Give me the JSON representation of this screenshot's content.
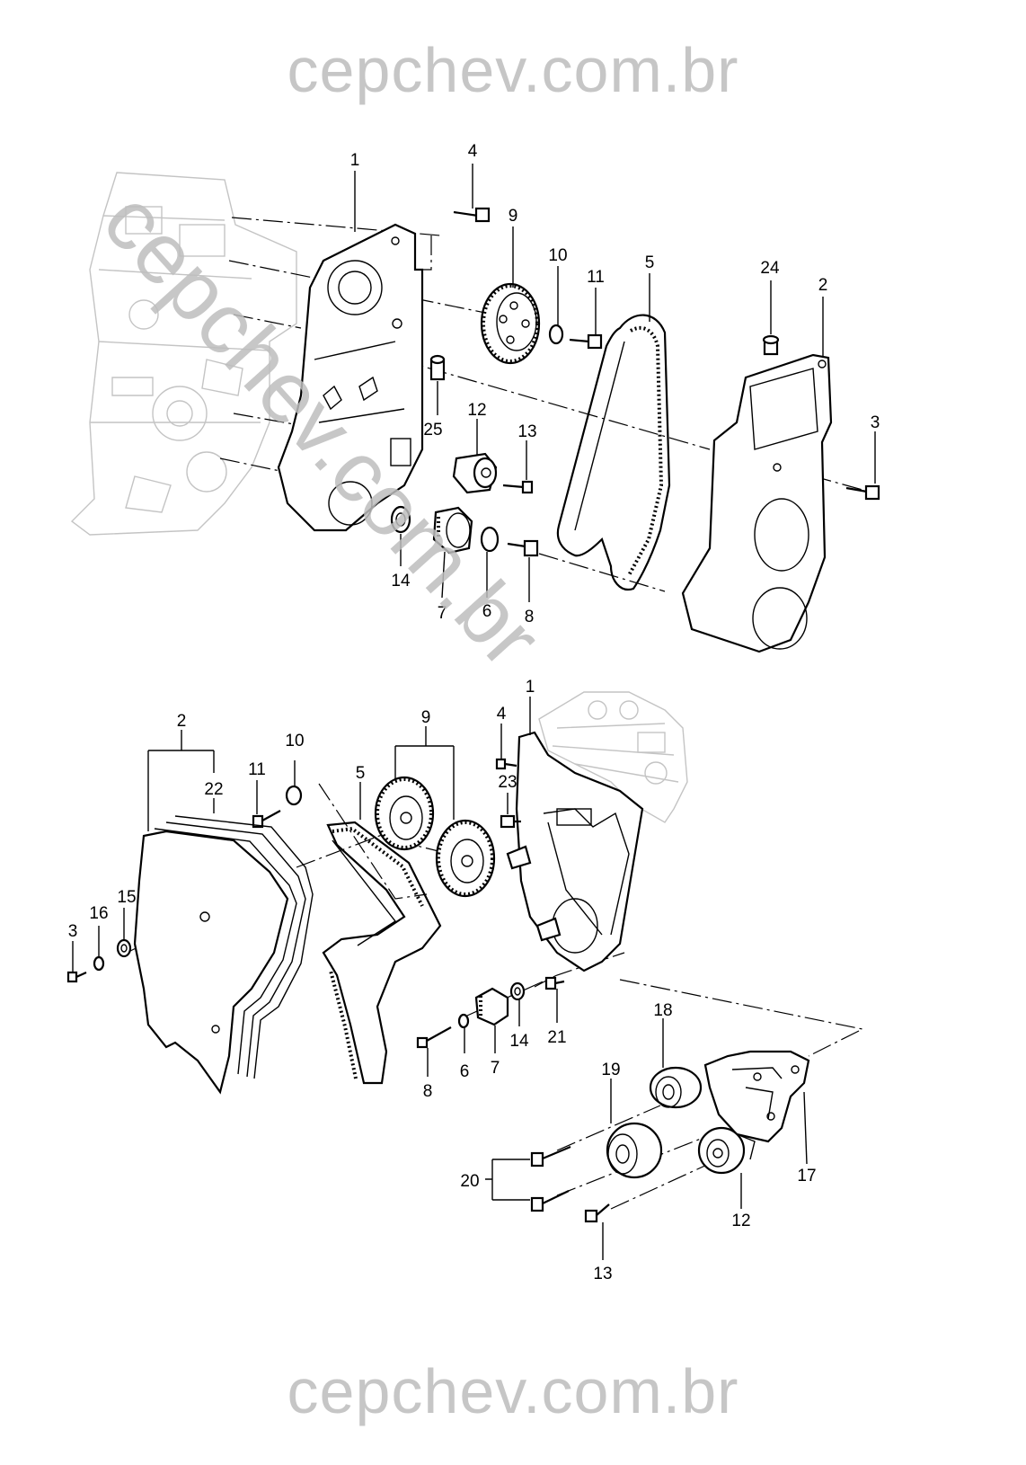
{
  "watermark": {
    "top_text": "cepchev.com.br",
    "bottom_text": "cepchev.com.br",
    "diagonal_text": "cepchev.com.br",
    "color": "#c6c6c6"
  },
  "top_diagram": {
    "callouts": {
      "c1": "1",
      "c2": "2",
      "c3": "3",
      "c4": "4",
      "c5": "5",
      "c6": "6",
      "c7": "7",
      "c8": "8",
      "c9": "9",
      "c10": "10",
      "c11": "11",
      "c12": "12",
      "c13": "13",
      "c14": "14",
      "c24": "24",
      "c25": "25"
    }
  },
  "bottom_diagram": {
    "callouts": {
      "c1": "1",
      "c2": "2",
      "c3": "3",
      "c4": "4",
      "c5": "5",
      "c6": "6",
      "c7": "7",
      "c8": "8",
      "c9": "9",
      "c10": "10",
      "c11": "11",
      "c12": "12",
      "c13": "13",
      "c14": "14",
      "c15": "15",
      "c16": "16",
      "c17": "17",
      "c18": "18",
      "c19": "19",
      "c20": "20",
      "c21": "21",
      "c22": "22",
      "c23": "23"
    }
  }
}
